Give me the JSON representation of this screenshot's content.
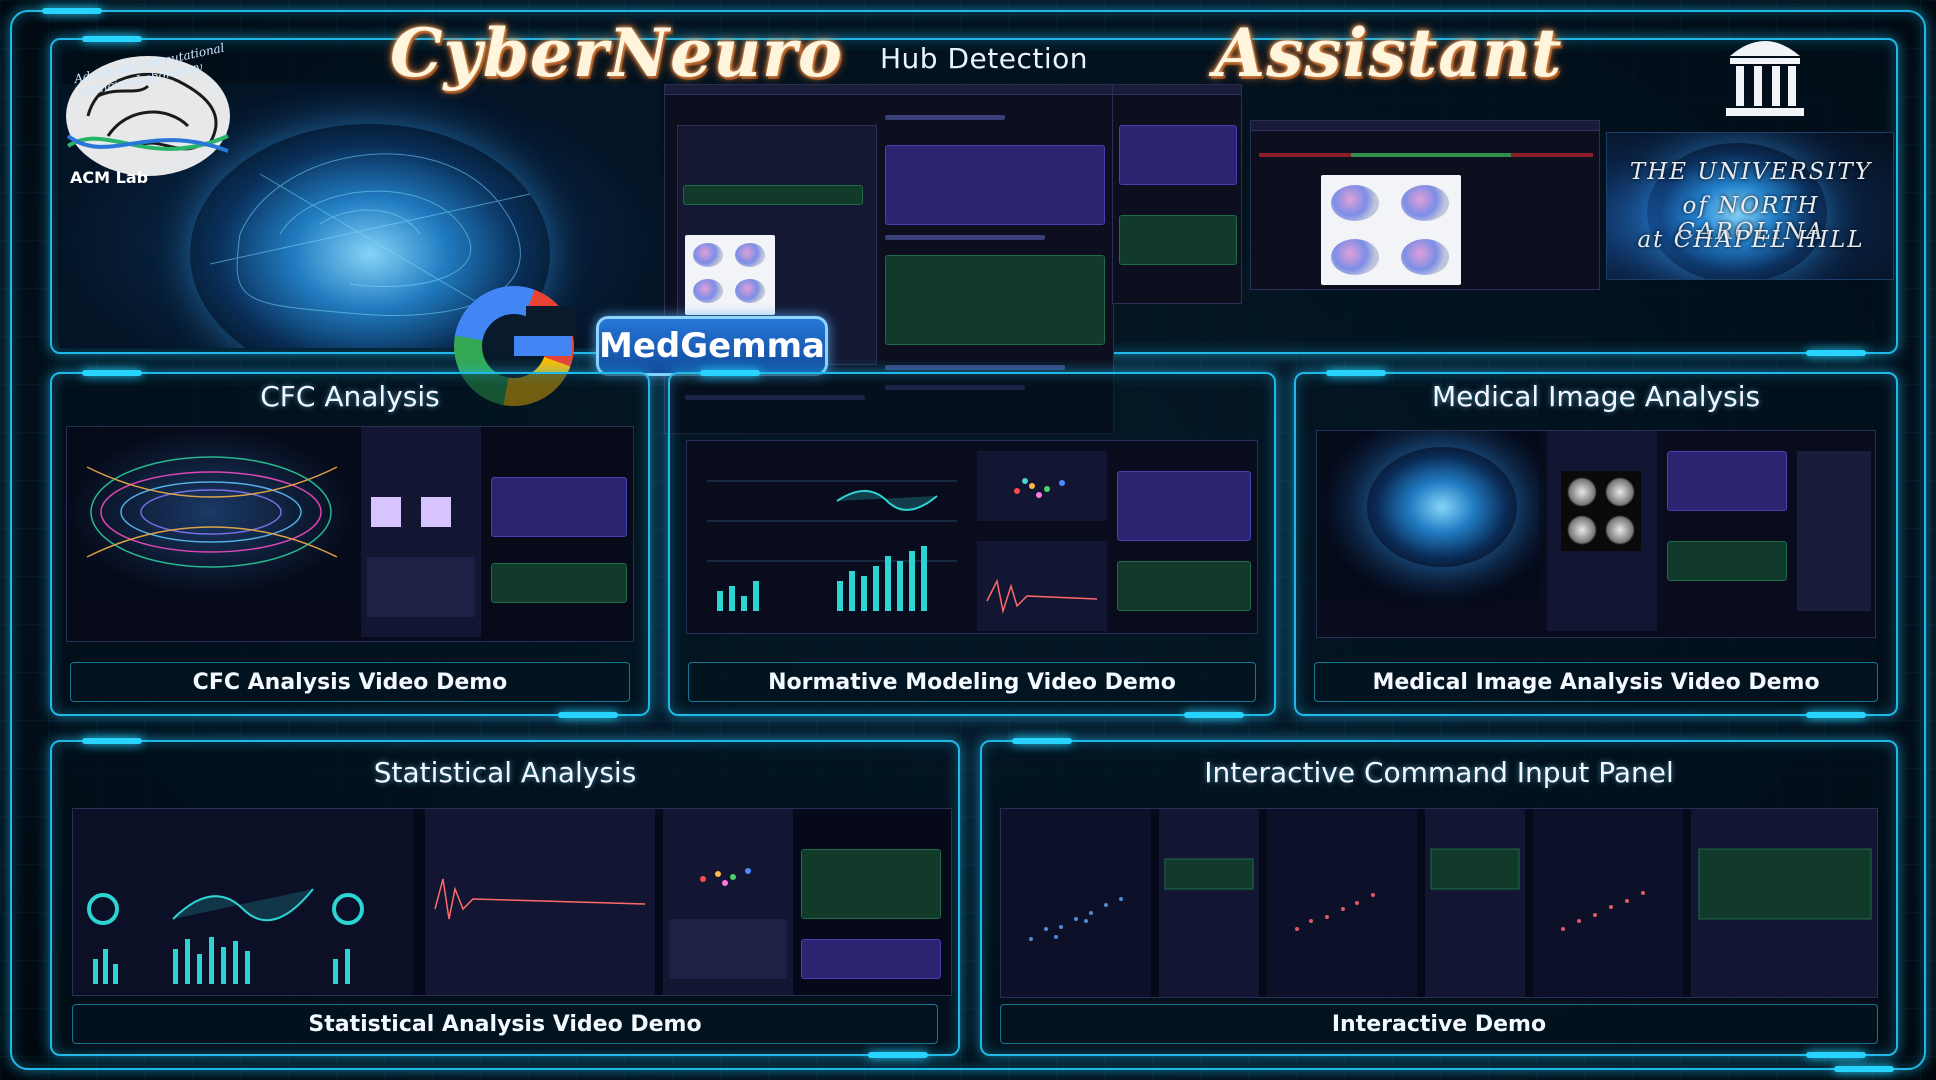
{
  "header": {
    "title_left": "CyberNeuro",
    "title_center": "Hub Detection",
    "title_right": "Assistant"
  },
  "logos": {
    "lab_name": "ACM Lab",
    "lab_arc_text": "Advanced Computational Medicine Laboratory",
    "medgemma_label": "MedGemma",
    "university_line1": "THE UNIVERSITY",
    "university_line2": "of NORTH CAROLINA",
    "university_line3": "at CHAPEL HILL"
  },
  "sections": {
    "cfc": {
      "title": "CFC Analysis",
      "caption": "CFC Analysis Video Demo"
    },
    "normative": {
      "caption": "Normative Modeling Video Demo"
    },
    "medical": {
      "title": "Medical Image Analysis",
      "caption": "Medical Image Analysis Video Demo"
    },
    "statistical": {
      "title": "Statistical Analysis",
      "caption": "Statistical Analysis Video Demo"
    },
    "interactive": {
      "title": "Interactive Command Input Panel",
      "caption": "Interactive Demo"
    }
  },
  "colors": {
    "frame": "#1fb8e8",
    "title_glow": "#d46b20",
    "medgemma_bg": "#2676d6",
    "chat_green": "#113a2b",
    "chat_purple": "#2b2470"
  }
}
